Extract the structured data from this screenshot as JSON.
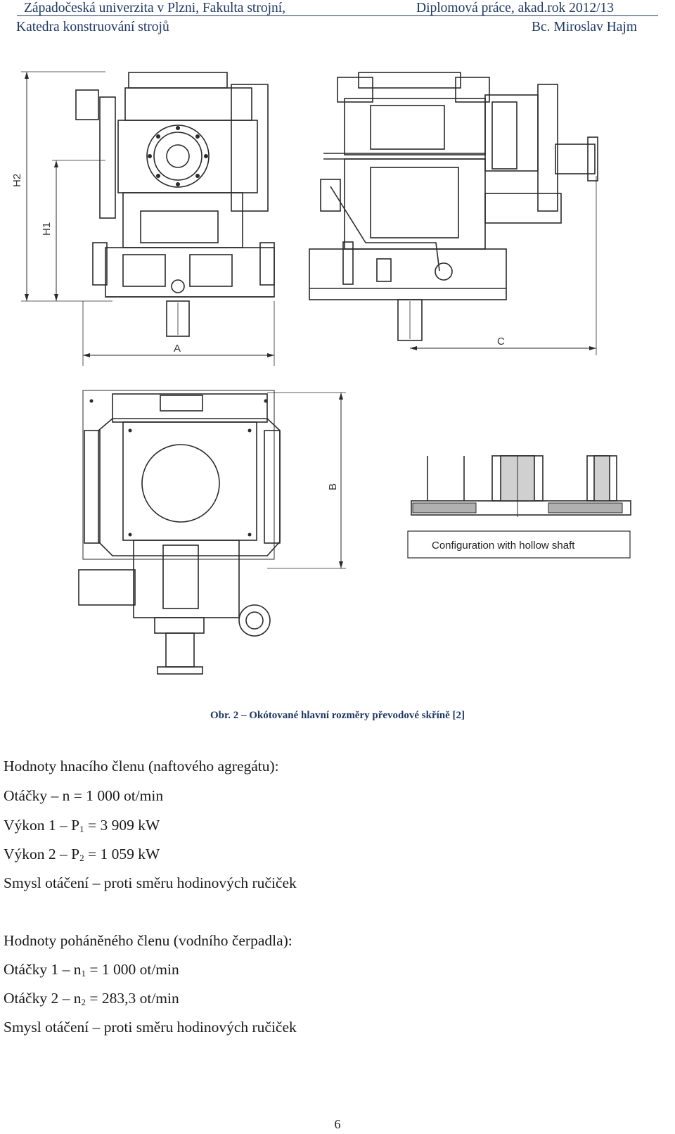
{
  "header": {
    "left_top": "Západočeská univerzita v Plzni, Fakulta strojní,",
    "left_bottom": "Katedra konstruování strojů",
    "right_top": "Diplomová práce, akad.rok 2012/13",
    "right_bottom": "Bc. Miroslav Hajm"
  },
  "figure": {
    "dimension_labels": {
      "h1": "H1",
      "h2": "H2",
      "a": "A",
      "b": "B",
      "c": "C"
    },
    "inset_label": "Configuration with hollow shaft",
    "caption": "Obr. 2 – Okótované hlavní rozměry převodové skříně [2]"
  },
  "driver": {
    "heading": "Hodnoty hnacího členu (naftového agregátu):",
    "speed": {
      "label": "Otáčky – n = 1 000 ot/min"
    },
    "power1": {
      "pre": "Výkon 1 – P",
      "sub": "1",
      "post": " = 3 909 kW"
    },
    "power2": {
      "pre": "Výkon 2 – P",
      "sub": "2",
      "post": " = 1 059 kW"
    },
    "rotation": "Smysl otáčení – proti směru hodinových ručiček"
  },
  "driven": {
    "heading": "Hodnoty poháněného členu (vodního čerpadla):",
    "speed1": {
      "pre": "Otáčky 1 – n",
      "sub": "1",
      "post": " = 1 000 ot/min"
    },
    "speed2": {
      "pre": "Otáčky 2 – n",
      "sub": "2",
      "post": " = 283,3 ot/min"
    },
    "rotation": "Smysl otáčení – proti směru hodinových ručiček"
  },
  "page_number": "6"
}
